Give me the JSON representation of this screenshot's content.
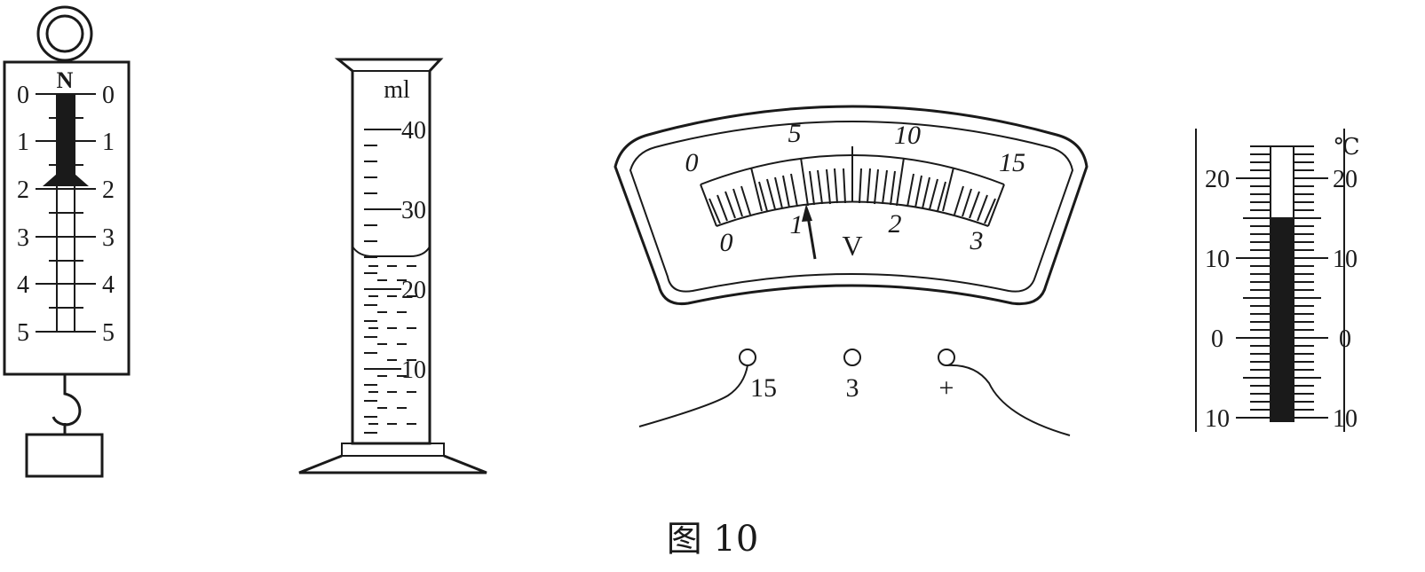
{
  "spring_scale": {
    "unit": "N",
    "ticks": [
      "0",
      "1",
      "2",
      "3",
      "4",
      "5"
    ],
    "reading": 2
  },
  "cylinder": {
    "unit": "ml",
    "ticks": [
      "40",
      "30",
      "20",
      "10"
    ],
    "liquid_level_ml": 26
  },
  "voltmeter": {
    "unit": "V",
    "upper_ticks": [
      "0",
      "5",
      "10",
      "15"
    ],
    "lower_ticks": [
      "0",
      "1",
      "2",
      "3"
    ],
    "terminals": [
      "15",
      "3",
      "+"
    ],
    "pointer_value_3v_scale": 1.1
  },
  "thermometer": {
    "unit": "℃",
    "left_ticks": [
      "20",
      "10",
      "0",
      "10"
    ],
    "right_ticks": [
      "20",
      "10",
      "0",
      "10"
    ],
    "reading": 14
  },
  "caption": "图 10"
}
